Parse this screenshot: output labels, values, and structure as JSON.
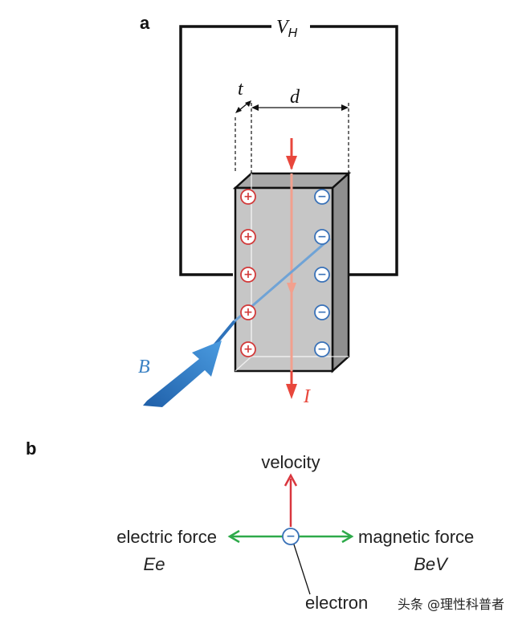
{
  "panel_a": {
    "label": "a",
    "voltage_symbol": "V",
    "voltage_subscript": "H",
    "thickness_symbol": "t",
    "width_symbol": "d",
    "field_symbol": "B",
    "current_symbol": "I",
    "positive_charges": [
      "+",
      "+",
      "+",
      "+",
      "+"
    ],
    "negative_charges": [
      "−",
      "−",
      "−",
      "−",
      "−"
    ]
  },
  "panel_b": {
    "label": "b",
    "velocity_label": "velocity",
    "electric_force_label": "electric force",
    "electric_force_expr": "Ee",
    "magnetic_force_label": "magnetic force",
    "magnetic_force_expr": "BeV",
    "electron_label": "electron",
    "electron_sign": "−"
  },
  "watermark": "头条 @理性科普者",
  "colors": {
    "current": "#e8473c",
    "current_light": "#f2a08e",
    "field": "#3b82c4",
    "force_arrow": "#2eaa4a",
    "velocity_arrow": "#d9363e",
    "plate_front": "#c9c9c9",
    "plate_side": "#9a9a9a",
    "positive": "#d23a3a",
    "negative": "#3a72b8"
  }
}
